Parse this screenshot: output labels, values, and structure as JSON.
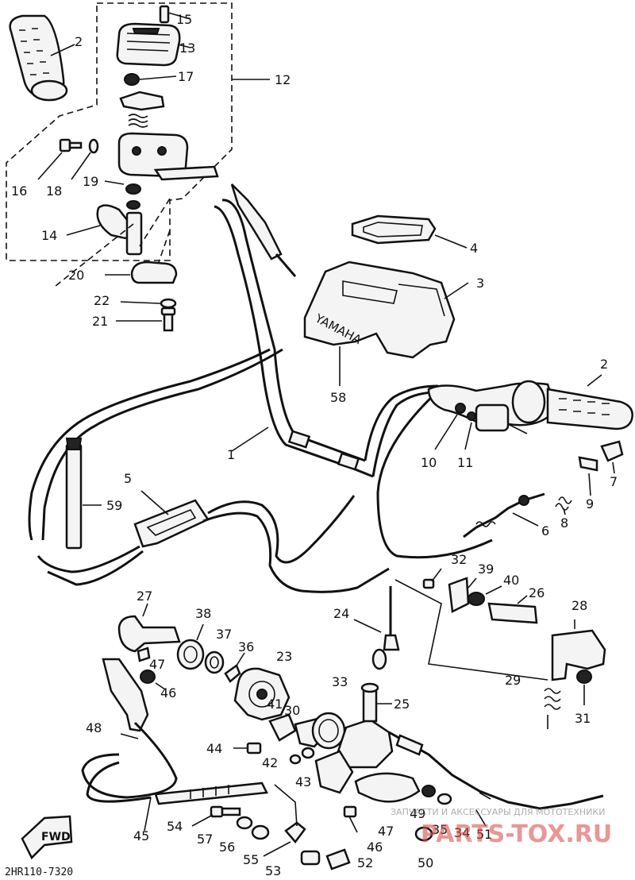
{
  "callouts": {
    "c1": "1",
    "c2a": "2",
    "c2b": "2",
    "c3": "3",
    "c4": "4",
    "c5": "5",
    "c6": "6",
    "c7": "7",
    "c8": "8",
    "c9": "9",
    "c10": "10",
    "c11": "11",
    "c12": "12",
    "c13": "13",
    "c14": "14",
    "c15": "15",
    "c16": "16",
    "c17": "17",
    "c18": "18",
    "c19": "19",
    "c20": "20",
    "c21": "21",
    "c22": "22",
    "c23": "23",
    "c24": "24",
    "c25": "25",
    "c26": "26",
    "c27": "27",
    "c28": "28",
    "c29": "29",
    "c30": "30",
    "c31": "31",
    "c32": "32",
    "c33": "33",
    "c34": "34",
    "c35": "35",
    "c36": "36",
    "c37": "37",
    "c38": "38",
    "c39": "39",
    "c40": "40",
    "c41": "41",
    "c42": "42",
    "c43": "43",
    "c44": "44",
    "c45": "45",
    "c46a": "46",
    "c46b": "46",
    "c47a": "47",
    "c47b": "47",
    "c48": "48",
    "c49": "49",
    "c50": "50",
    "c51": "51",
    "c52": "52",
    "c53": "53",
    "c54": "54",
    "c55": "55",
    "c56": "56",
    "c57": "57",
    "c58": "58",
    "c59": "59"
  },
  "figure_code": "2HR110-7320",
  "fwd_label": "FWD",
  "cover_label": "YAMAHA",
  "watermark": {
    "brand": "PARTS-TOX.RU",
    "tagline": "ЗАПЧАСТИ И АКСЕССУАРЫ ДЛЯ МОТОТЕХНИКИ"
  }
}
